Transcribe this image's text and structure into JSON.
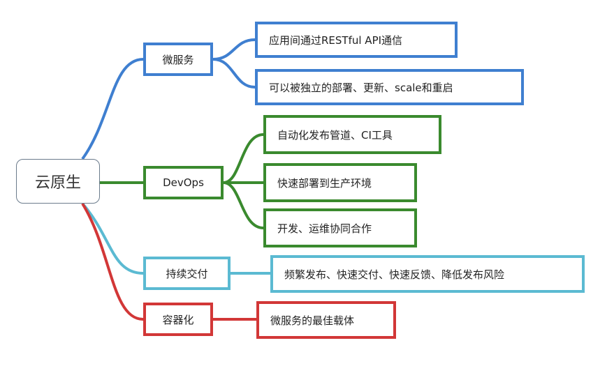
{
  "root": {
    "label": "云原生"
  },
  "branches": [
    {
      "label": "微服务",
      "color": "#3f7fd0",
      "leaves": [
        "应用间通过RESTful API通信",
        "可以被独立的部署、更新、scale和重启"
      ]
    },
    {
      "label": "DevOps",
      "color": "#3a8a2e",
      "leaves": [
        "自动化发布管道、CI工具",
        "快速部署到生产环境",
        "开发、运维协同合作"
      ]
    },
    {
      "label": "持续交付",
      "color": "#5bbad2",
      "leaves": [
        "频繁发布、快速交付、快速反馈、降低发布风险"
      ]
    },
    {
      "label": "容器化",
      "color": "#d23737",
      "leaves": [
        "微服务的最佳载体"
      ]
    }
  ]
}
